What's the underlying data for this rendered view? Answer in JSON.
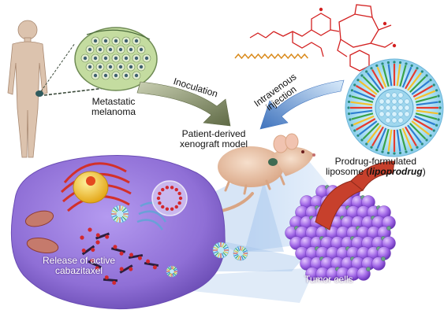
{
  "labels": {
    "metastatic": "Metastatic",
    "melanoma": "melanoma",
    "inoculation": "Inoculation",
    "intravenous": "Intravenous",
    "injection": "injection",
    "pdx_line1": "Patient-derived",
    "pdx_line2": "xenograft model",
    "lipo_line1": "Prodrug-formulated",
    "lipo_line2_prefix": "liposome (",
    "lipo_line2_term": "lipoprodrug",
    "lipo_line2_suffix": ")",
    "release_line1": "Release of active",
    "release_line2": "cabazitaxel",
    "tumor_cells": "Tumor cells"
  },
  "colors": {
    "human": "#d9c1ad",
    "human_outline": "#a88870",
    "tumor_spot": "#2f5b5e",
    "tissue_fill": "#b9d48a",
    "tissue_cell": "#5b8a73",
    "inoculation_arrow": "#6f7a57",
    "injection_arrow": "#4f7fc0",
    "prodrug_structure": "#d32020",
    "lipid_chain": "#d98a1c",
    "liposome_shell": "#9fd7ee",
    "liposome_core": "#bfe8f8",
    "mouse": "#eac3a6",
    "cell_body": "#8f6fd6",
    "cell_body_dark": "#6a4cb4",
    "nucleus": "#f2c12e",
    "er": "#d3302a",
    "mitochondria": "#b4645a",
    "drug_dot": "#d2282e",
    "tumor_sphere": "#9a5ce0",
    "blood_vessel": "#c7402c",
    "beam": "#a9c8ec"
  }
}
